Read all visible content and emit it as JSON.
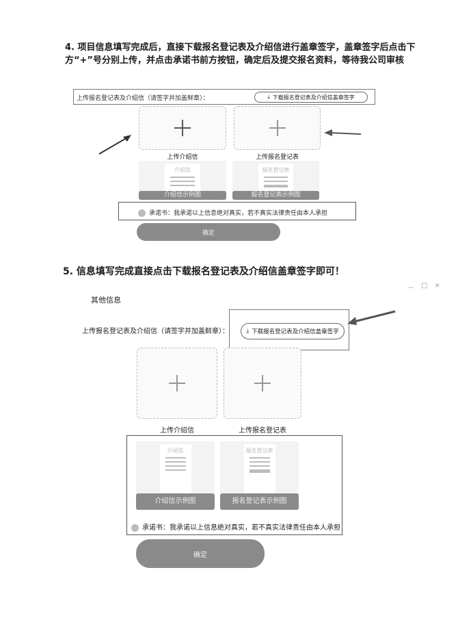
{
  "step4": {
    "text": "4. 项目信息填写完成后，直接下载报名登记表及介绍信进行盖章签字，盖章签字后点击下方“+”号分别上传，并点击承诺书前方按钮，确定后及提交报名资料，等待我公司审核",
    "upload_label": "上传报名登记表及介绍信（请签字并加盖鲜章）：",
    "download_button": "下载报名登记表及介绍信盖章签字",
    "upload_letter": "上传介绍信",
    "upload_form": "上传报名登记表",
    "example_letter_title": "介绍信",
    "example_form_title": "报名登记表",
    "example_letter": "介绍信示例图",
    "example_form": "报名登记表示例图",
    "promise": "承诺书：我承诺以上信息绝对真实，若不真实法律责任由本人承担",
    "confirm": "确定"
  },
  "step5": {
    "text": "5. 信息填写完成直接点击下载报名登记表及介绍信盖章签字即可！",
    "window_controls": [
      "－",
      "□",
      "×"
    ],
    "section_title": "其他信息",
    "upload_label": "上传报名登记表及介绍信（请签字并加盖鲜章）：",
    "download_button": "下载报名登记表及介绍信盖章签字",
    "upload_letter": "上传介绍信",
    "upload_form": "上传报名登记表",
    "example_letter_title": "介绍信",
    "example_form_title": "报名登记表",
    "example_letter": "介绍信示例图",
    "example_form": "报名登记表示例图",
    "promise": "承诺书：我承诺以上信息绝对真实，若不真实法律责任由本人承担",
    "confirm": "确定"
  }
}
